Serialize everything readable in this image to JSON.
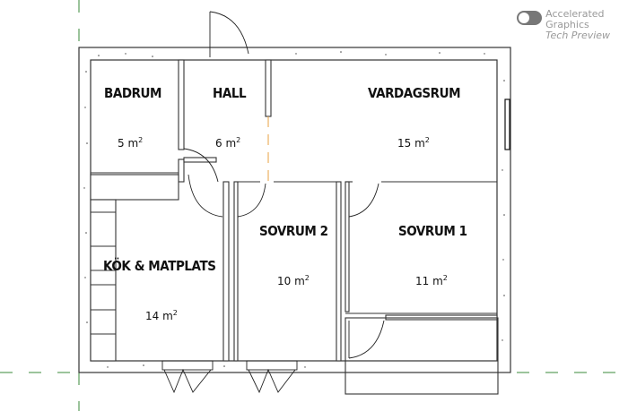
{
  "plan": {
    "rooms": [
      {
        "id": "badrum",
        "label": "BADRUM",
        "area": "5 m",
        "sup": "2"
      },
      {
        "id": "hall",
        "label": "HALL",
        "area": "6 m",
        "sup": "2"
      },
      {
        "id": "vardagsrum",
        "label": "VARDAGSRUM",
        "area": "15 m",
        "sup": "2"
      },
      {
        "id": "sovrum2",
        "label": "SOVRUM 2",
        "area": "10 m",
        "sup": "2"
      },
      {
        "id": "sovrum1",
        "label": "SOVRUM 1",
        "area": "11 m",
        "sup": "2"
      },
      {
        "id": "kok",
        "label": "KÖK & MATPLATS",
        "area": "14 m",
        "sup": "2"
      }
    ],
    "colors": {
      "wall": "#222222",
      "wall_fill": "#ffffff",
      "guide": "#3a8a3a",
      "opening": "#e8a040"
    }
  },
  "toggle": {
    "label": "Accelerated Graphics",
    "sublabel": "Tech Preview",
    "state": "off"
  }
}
